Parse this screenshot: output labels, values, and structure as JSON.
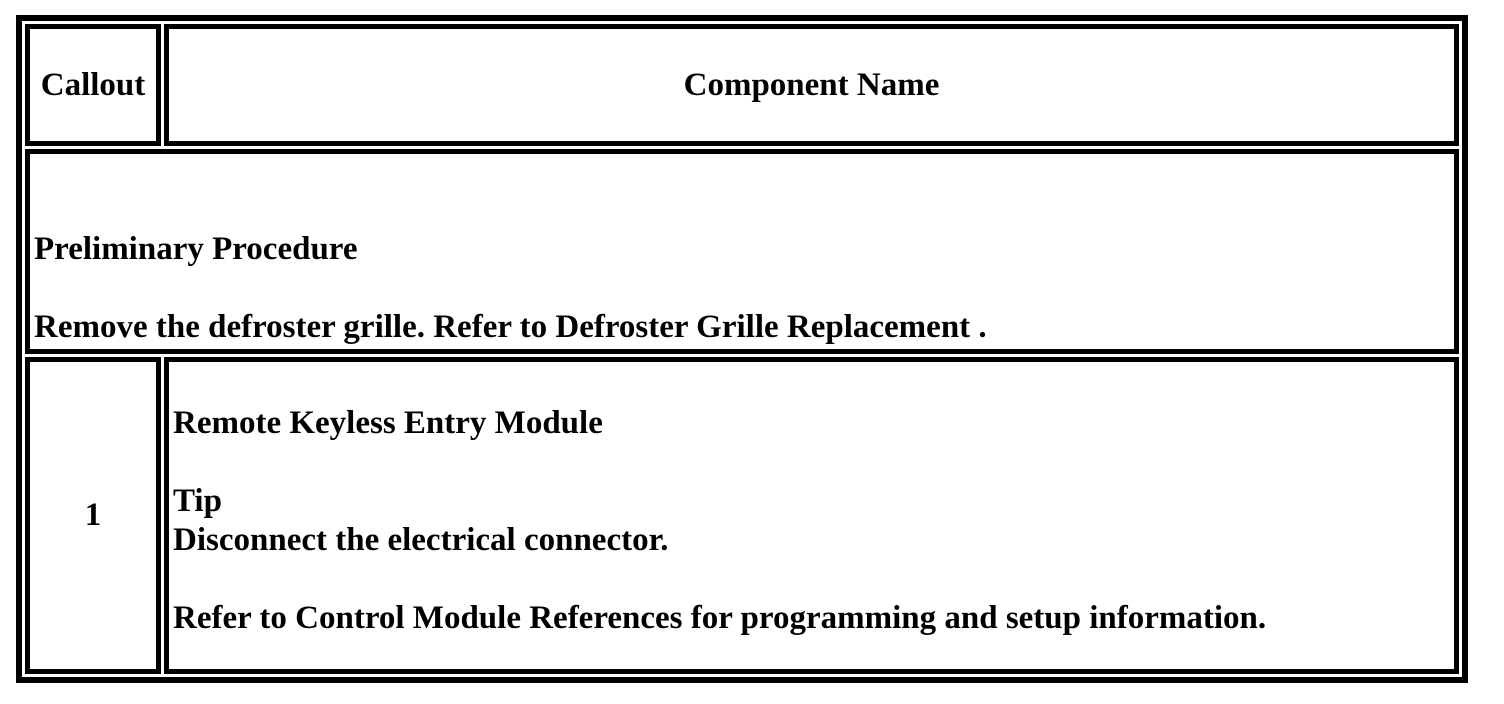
{
  "table": {
    "header": {
      "callout_label": "Callout",
      "component_name_label": "Component Name"
    },
    "preliminary": {
      "heading": "Preliminary Procedure",
      "text": "Remove the defroster grille. Refer to Defroster Grille Replacement ."
    },
    "items": {
      "item1": {
        "callout_number": "1",
        "component_name": "Remote Keyless Entry Module",
        "tip_label": "Tip",
        "tip_text": "Disconnect the electrical connector.",
        "reference_text": "Refer to Control Module References for programming and setup information."
      }
    }
  },
  "colors": {
    "border": "#000000",
    "text": "#000000",
    "background": "#ffffff"
  }
}
